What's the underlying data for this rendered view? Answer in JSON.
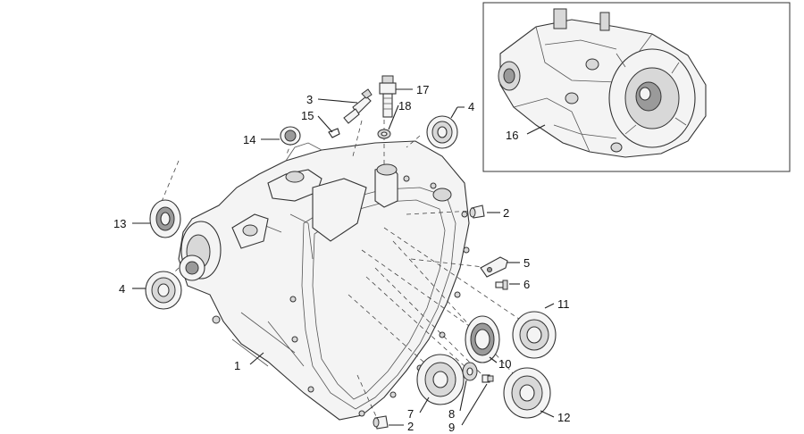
{
  "callouts": [
    {
      "id": "c1",
      "text": "1"
    },
    {
      "id": "c2a",
      "text": "2"
    },
    {
      "id": "c2b",
      "text": "2"
    },
    {
      "id": "c3",
      "text": "3"
    },
    {
      "id": "c4a",
      "text": "4"
    },
    {
      "id": "c4b",
      "text": "4"
    },
    {
      "id": "c5",
      "text": "5"
    },
    {
      "id": "c6",
      "text": "6"
    },
    {
      "id": "c7",
      "text": "7"
    },
    {
      "id": "c8",
      "text": "8"
    },
    {
      "id": "c9",
      "text": "9"
    },
    {
      "id": "c10",
      "text": "10"
    },
    {
      "id": "c11",
      "text": "11"
    },
    {
      "id": "c12",
      "text": "12"
    },
    {
      "id": "c13",
      "text": "13"
    },
    {
      "id": "c14",
      "text": "14"
    },
    {
      "id": "c15",
      "text": "15"
    },
    {
      "id": "c16",
      "text": "16"
    },
    {
      "id": "c17",
      "text": "17"
    },
    {
      "id": "c18",
      "text": "18"
    }
  ]
}
